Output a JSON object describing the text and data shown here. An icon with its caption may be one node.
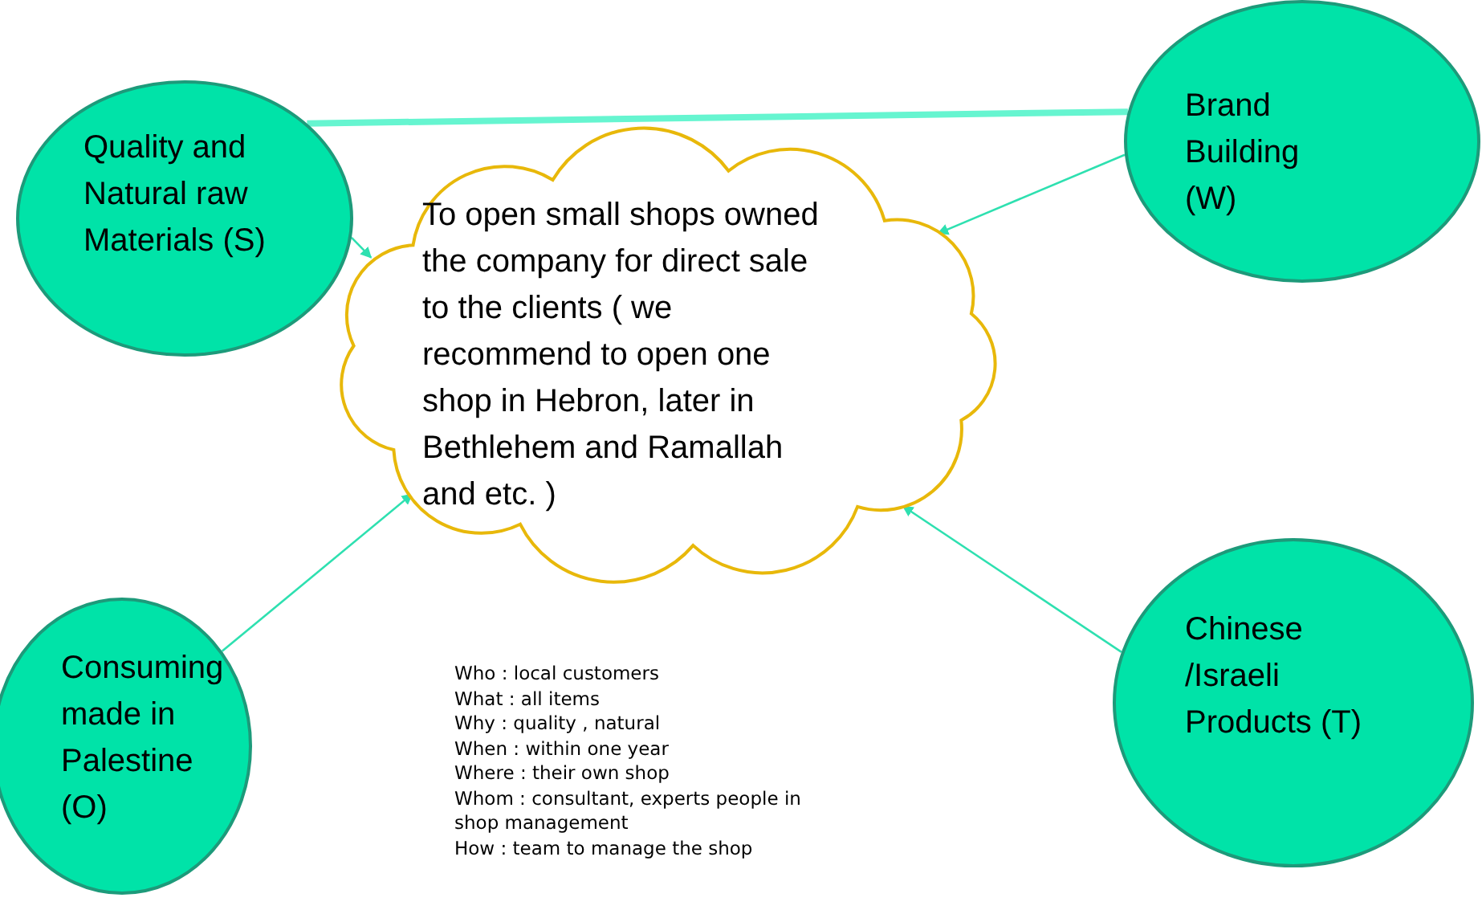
{
  "diagram": {
    "nodes": [
      {
        "text": [
          "Quality and Natural raw Materials (S)"
        ]
      },
      {
        "text": [
          "To open small shops owned the company for direct sale to the clients ( we recommend to open one shop in Hebron, later in Bethlehem and Ramallah and etc. )"
        ]
      },
      {
        "text": [
          "Brand Building (W)"
        ]
      },
      {
        "text": [
          "Consuming made in Palestine (O)"
        ]
      },
      {
        "text": [
          "Chinese /Israeli Products (T)"
        ]
      }
    ],
    "edges": [
      {
        "from": 0,
        "to": 2,
        "arrow": "none",
        "style": "thick",
        "color": "#66f5d0"
      },
      {
        "from": 0,
        "to": 1,
        "arrow": "to"
      },
      {
        "from": 2,
        "to": 1,
        "arrow": "to"
      },
      {
        "from": 3,
        "to": 1,
        "arrow": "to"
      },
      {
        "from": 4,
        "to": 1,
        "arrow": "to"
      }
    ],
    "labels": [
      "Who : local customers",
      "What : all items",
      "Why : quality , natural",
      "When : within one year",
      "Where : their own shop",
      "Whom : consultant, experts people in shop management",
      "How : team to manage the shop"
    ]
  }
}
